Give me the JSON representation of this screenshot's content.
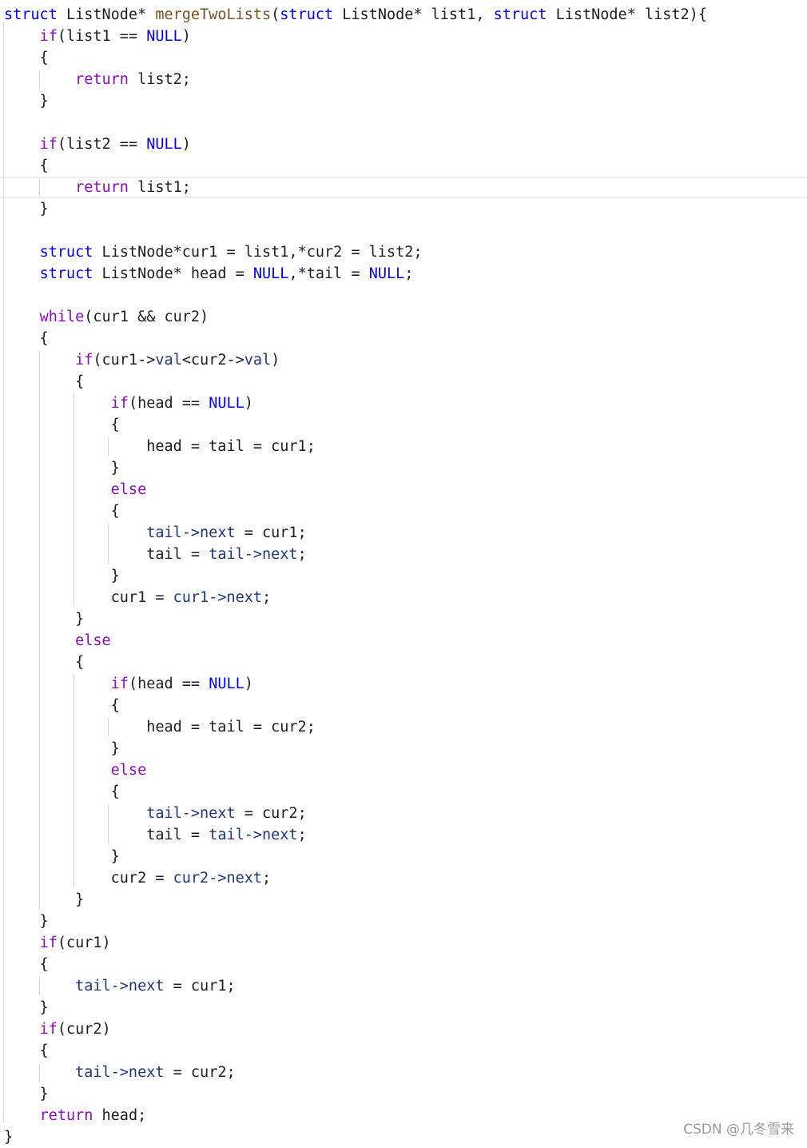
{
  "editor": {
    "language": "C",
    "highlighted_line": 9,
    "colors": {
      "keyword": "#0000ff",
      "control": "#8f08c4",
      "function": "#74531f",
      "member": "#1f377f",
      "text": "#1e1e1e"
    },
    "lines": [
      [
        [
          "kw",
          "struct"
        ],
        [
          "t",
          " ListNode* "
        ],
        [
          "fn",
          "mergeTwoLists"
        ],
        [
          "t",
          "("
        ],
        [
          "kw",
          "struct"
        ],
        [
          "t",
          " ListNode* list1, "
        ],
        [
          "kw",
          "struct"
        ],
        [
          "t",
          " ListNode* list2){"
        ]
      ],
      [
        [
          "t",
          "    "
        ],
        [
          "kw2",
          "if"
        ],
        [
          "t",
          "(list1 == "
        ],
        [
          "mac",
          "NULL"
        ],
        [
          "t",
          ")"
        ]
      ],
      [
        [
          "t",
          "    {"
        ]
      ],
      [
        [
          "t",
          "        "
        ],
        [
          "kw2",
          "return"
        ],
        [
          "t",
          " list2;"
        ]
      ],
      [
        [
          "t",
          "    }"
        ]
      ],
      [
        [
          "t",
          ""
        ]
      ],
      [
        [
          "t",
          "    "
        ],
        [
          "kw2",
          "if"
        ],
        [
          "t",
          "(list2 == "
        ],
        [
          "mac",
          "NULL"
        ],
        [
          "t",
          ")"
        ]
      ],
      [
        [
          "t",
          "    {"
        ]
      ],
      [
        [
          "t",
          "        "
        ],
        [
          "kw2",
          "return"
        ],
        [
          "t",
          " list1;"
        ]
      ],
      [
        [
          "t",
          "    }"
        ]
      ],
      [
        [
          "t",
          ""
        ]
      ],
      [
        [
          "t",
          "    "
        ],
        [
          "kw",
          "struct"
        ],
        [
          "t",
          " ListNode*cur1 = list1,*cur2 = list2;"
        ]
      ],
      [
        [
          "t",
          "    "
        ],
        [
          "kw",
          "struct"
        ],
        [
          "t",
          " ListNode* head = "
        ],
        [
          "mac",
          "NULL"
        ],
        [
          "t",
          ",*tail = "
        ],
        [
          "mac",
          "NULL"
        ],
        [
          "t",
          ";"
        ]
      ],
      [
        [
          "t",
          ""
        ]
      ],
      [
        [
          "t",
          "    "
        ],
        [
          "kw2",
          "while"
        ],
        [
          "t",
          "(cur1 && cur2)"
        ]
      ],
      [
        [
          "t",
          "    {"
        ]
      ],
      [
        [
          "t",
          "        "
        ],
        [
          "kw2",
          "if"
        ],
        [
          "t",
          "(cur1->"
        ],
        [
          "mem",
          "val"
        ],
        [
          "t",
          "<cur2->"
        ],
        [
          "mem",
          "val"
        ],
        [
          "t",
          ")"
        ]
      ],
      [
        [
          "t",
          "        {"
        ]
      ],
      [
        [
          "t",
          "            "
        ],
        [
          "kw2",
          "if"
        ],
        [
          "t",
          "(head == "
        ],
        [
          "mac",
          "NULL"
        ],
        [
          "t",
          ")"
        ]
      ],
      [
        [
          "t",
          "            {"
        ]
      ],
      [
        [
          "t",
          "                head = tail = cur1;"
        ]
      ],
      [
        [
          "t",
          "            }"
        ]
      ],
      [
        [
          "t",
          "            "
        ],
        [
          "kw2",
          "else"
        ]
      ],
      [
        [
          "t",
          "            {"
        ]
      ],
      [
        [
          "t",
          "                "
        ],
        [
          "mem",
          "tail->next"
        ],
        [
          "t",
          " = cur1;"
        ]
      ],
      [
        [
          "t",
          "                tail = "
        ],
        [
          "mem",
          "tail->next"
        ],
        [
          "t",
          ";"
        ]
      ],
      [
        [
          "t",
          "            }"
        ]
      ],
      [
        [
          "t",
          "            cur1 = "
        ],
        [
          "mem",
          "cur1->next"
        ],
        [
          "t",
          ";"
        ]
      ],
      [
        [
          "t",
          "        }"
        ]
      ],
      [
        [
          "t",
          "        "
        ],
        [
          "kw2",
          "else"
        ]
      ],
      [
        [
          "t",
          "        {"
        ]
      ],
      [
        [
          "t",
          "            "
        ],
        [
          "kw2",
          "if"
        ],
        [
          "t",
          "(head == "
        ],
        [
          "mac",
          "NULL"
        ],
        [
          "t",
          ")"
        ]
      ],
      [
        [
          "t",
          "            {"
        ]
      ],
      [
        [
          "t",
          "                head = tail = cur2;"
        ]
      ],
      [
        [
          "t",
          "            }"
        ]
      ],
      [
        [
          "t",
          "            "
        ],
        [
          "kw2",
          "else"
        ]
      ],
      [
        [
          "t",
          "            {"
        ]
      ],
      [
        [
          "t",
          "                "
        ],
        [
          "mem",
          "tail->next"
        ],
        [
          "t",
          " = cur2;"
        ]
      ],
      [
        [
          "t",
          "                tail = "
        ],
        [
          "mem",
          "tail->next"
        ],
        [
          "t",
          ";"
        ]
      ],
      [
        [
          "t",
          "            }"
        ]
      ],
      [
        [
          "t",
          "            cur2 = "
        ],
        [
          "mem",
          "cur2->next"
        ],
        [
          "t",
          ";"
        ]
      ],
      [
        [
          "t",
          "        }"
        ]
      ],
      [
        [
          "t",
          "    }"
        ]
      ],
      [
        [
          "t",
          "    "
        ],
        [
          "kw2",
          "if"
        ],
        [
          "t",
          "(cur1)"
        ]
      ],
      [
        [
          "t",
          "    {"
        ]
      ],
      [
        [
          "t",
          "        "
        ],
        [
          "mem",
          "tail->next"
        ],
        [
          "t",
          " = cur1;"
        ]
      ],
      [
        [
          "t",
          "    }"
        ]
      ],
      [
        [
          "t",
          "    "
        ],
        [
          "kw2",
          "if"
        ],
        [
          "t",
          "(cur2)"
        ]
      ],
      [
        [
          "t",
          "    {"
        ]
      ],
      [
        [
          "t",
          "        "
        ],
        [
          "mem",
          "tail->next"
        ],
        [
          "t",
          " = cur2;"
        ]
      ],
      [
        [
          "t",
          "    }"
        ]
      ],
      [
        [
          "t",
          "    "
        ],
        [
          "kw2",
          "return"
        ],
        [
          "t",
          " head;"
        ]
      ],
      [
        [
          "t",
          "}"
        ]
      ]
    ]
  },
  "watermark": "CSDN @几冬雪来"
}
